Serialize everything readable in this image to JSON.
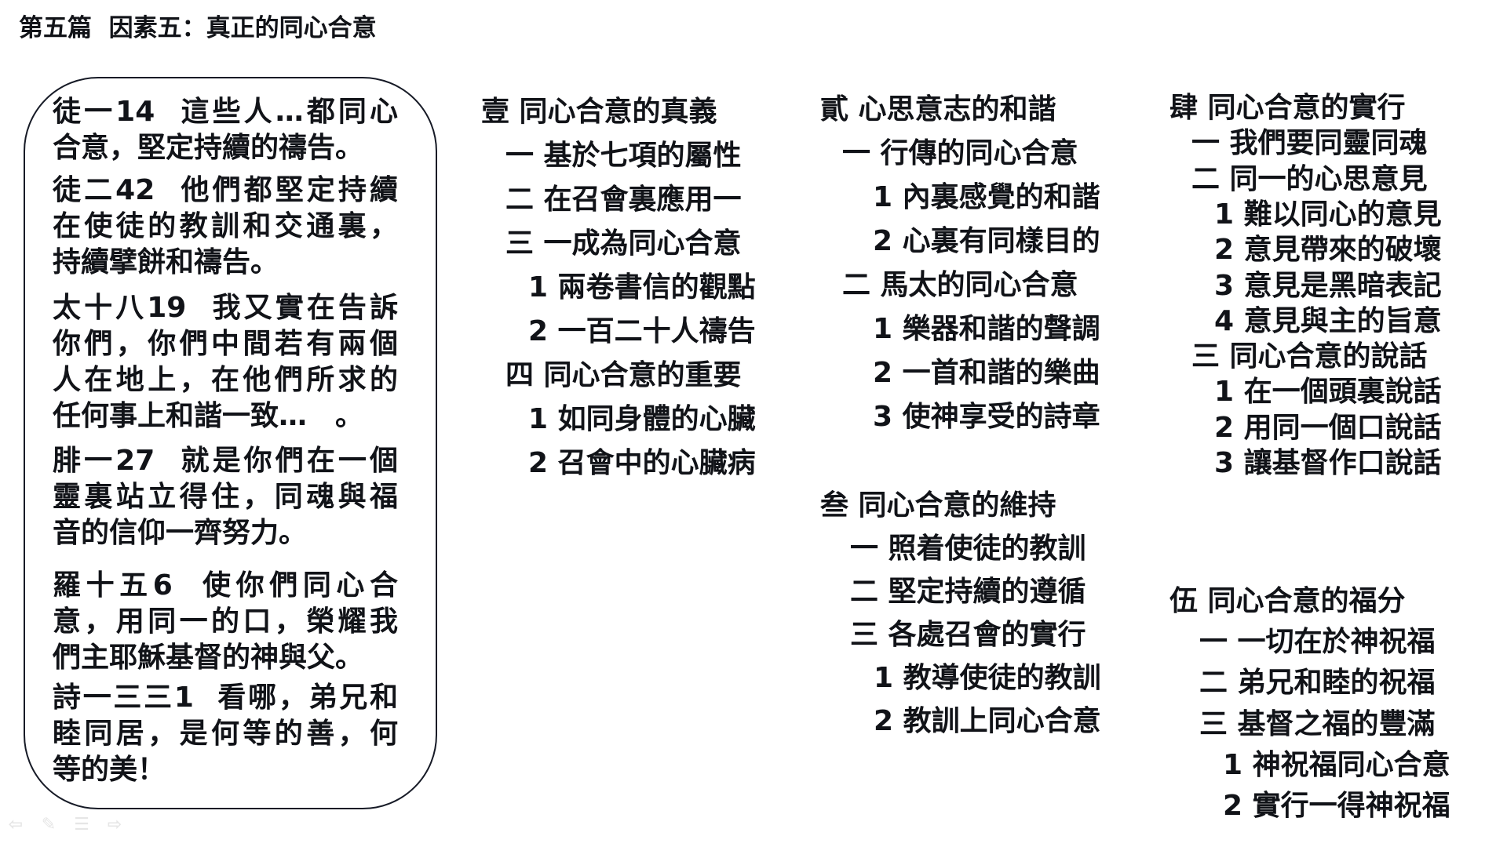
{
  "title": "第五篇  因素五：真正的同心合意",
  "verses": [
    {
      "lines": [
        "徒一14  這些人…都同心",
        "合意，堅定持續的禱告。"
      ]
    },
    {
      "lines": [
        "徒二42  他們都堅定持續",
        "在使徒的教訓和交通裏，",
        "持續擘餅和禱告。"
      ]
    },
    {
      "lines": [
        "太十八19  我又實在告訴",
        "你們，你們中間若有兩個",
        "人在地上，在他們所求的",
        "任何事上和諧一致…　。"
      ]
    },
    {
      "lines": [
        "腓一27  就是你們在一個",
        "靈裏站立得住，同魂與福",
        "音的信仰一齊努力。"
      ]
    },
    {
      "lines": [
        "羅十五6  使你們同心合",
        "意，用同一的口，榮耀我",
        "們主耶穌基督的神與父。"
      ]
    },
    {
      "lines": [
        "詩一三三1  看哪，弟兄和",
        "睦同居，是何等的善，何",
        "等的美！"
      ]
    }
  ],
  "outline": [
    {
      "items": [
        {
          "level": 0,
          "text": "壹 同心合意的真義"
        },
        {
          "level": 1,
          "text": "一 基於七項的屬性"
        },
        {
          "level": 1,
          "text": "二 在召會裏應用一"
        },
        {
          "level": 1,
          "text": "三 一成為同心合意"
        },
        {
          "level": 2,
          "text": "1 兩卷書信的觀點"
        },
        {
          "level": 2,
          "text": "2 一百二十人禱告"
        },
        {
          "level": 1,
          "text": "四 同心合意的重要"
        },
        {
          "level": 2,
          "text": "1 如同身體的心臟"
        },
        {
          "level": 2,
          "text": "2 召會中的心臟病"
        }
      ]
    },
    {
      "items": [
        {
          "level": 0,
          "text": "貳 心思意志的和諧"
        },
        {
          "level": 1,
          "text": "一 行傳的同心合意"
        },
        {
          "level": 2,
          "text": "1 內裏感覺的和諧"
        },
        {
          "level": 2,
          "text": "2 心裏有同樣目的"
        },
        {
          "level": 1,
          "text": "二 馬太的同心合意"
        },
        {
          "level": 2,
          "text": "1 樂器和諧的聲調"
        },
        {
          "level": 2,
          "text": "2 一首和諧的樂曲"
        },
        {
          "level": 2,
          "text": "3 使神享受的詩章"
        }
      ]
    },
    {
      "items": [
        {
          "level": 0,
          "text": "叁 同心合意的維持"
        },
        {
          "level": 1,
          "text": "一 照着使徒的教訓"
        },
        {
          "level": 1,
          "text": "二 堅定持續的遵循"
        },
        {
          "level": 1,
          "text": "三 各處召會的實行"
        },
        {
          "level": 2,
          "text": "1 教導使徒的教訓"
        },
        {
          "level": 2,
          "text": "2 教訓上同心合意"
        }
      ]
    },
    {
      "items": [
        {
          "level": 0,
          "text": "肆 同心合意的實行"
        },
        {
          "level": 1,
          "text": "一 我們要同靈同魂"
        },
        {
          "level": 1,
          "text": "二 同一的心思意見"
        },
        {
          "level": 2,
          "text": "1 難以同心的意見"
        },
        {
          "level": 2,
          "text": "2 意見帶來的破壞"
        },
        {
          "level": 2,
          "text": "3 意見是黑暗表記"
        },
        {
          "level": 2,
          "text": "4 意見與主的旨意"
        },
        {
          "level": 1,
          "text": "三 同心合意的說話"
        },
        {
          "level": 2,
          "text": "1 在一個頭裏說話"
        },
        {
          "level": 2,
          "text": "2 用同一個口說話"
        },
        {
          "level": 2,
          "text": "3 讓基督作口說話"
        }
      ]
    },
    {
      "items": [
        {
          "level": 0,
          "text": "伍 同心合意的福分"
        },
        {
          "level": 1,
          "text": "一 一切在於神祝福"
        },
        {
          "level": 1,
          "text": "二 弟兄和睦的祝福"
        },
        {
          "level": 1,
          "text": "三 基督之福的豐滿"
        },
        {
          "level": 2,
          "text": "1 神祝福同心合意"
        },
        {
          "level": 2,
          "text": "2 實行一得神祝福"
        }
      ]
    }
  ],
  "nav_icons": [
    "previous-arrow-icon",
    "pen-icon",
    "menu-icon",
    "next-arrow-icon"
  ]
}
